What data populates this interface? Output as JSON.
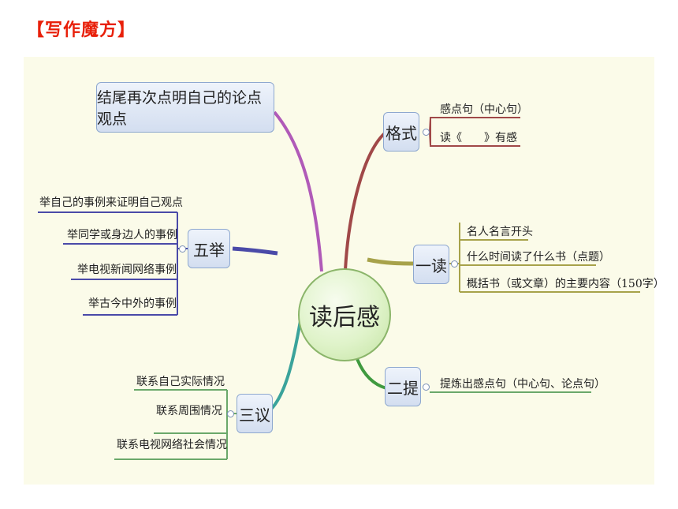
{
  "header": {
    "title": "【写作魔方】"
  },
  "center": {
    "label": "读后感"
  },
  "top_node": {
    "label": "结尾再次点明自己的论点观点"
  },
  "branches": {
    "gesi": {
      "label": "格式",
      "items": [
        "感点句（中心句）",
        "读《　　》有感"
      ]
    },
    "yidu": {
      "label": "一读",
      "items": [
        "名人名言开头",
        "什么时间读了什么书（点题）",
        "概括书（或文章）的主要内容（150字）"
      ]
    },
    "erti": {
      "label": "二提",
      "items": [
        "提炼出感点句（中心句、论点句）"
      ]
    },
    "sanyi": {
      "label": "三议",
      "items": [
        "联系自己实际情况",
        "联系周围情况",
        "联系电视网络社会情况"
      ]
    },
    "wuju": {
      "label": "五举",
      "items": [
        "举自己的事例来证明自己观点",
        "举同学或身边人的事例",
        "举电视新闻网络事例",
        "举古今中外的事例"
      ]
    }
  },
  "colors": {
    "title": "#e8200a",
    "background": "#fbfbe9",
    "top_branch": "#b05ab8",
    "gesi_branch": "#a04848",
    "yidu_branch": "#a7a24a",
    "erti_branch": "#3f9a3f",
    "sanyi_branch": "#3aa39b",
    "wuju_branch": "#4a4aa8",
    "leaf_line": "#6aa86a"
  }
}
